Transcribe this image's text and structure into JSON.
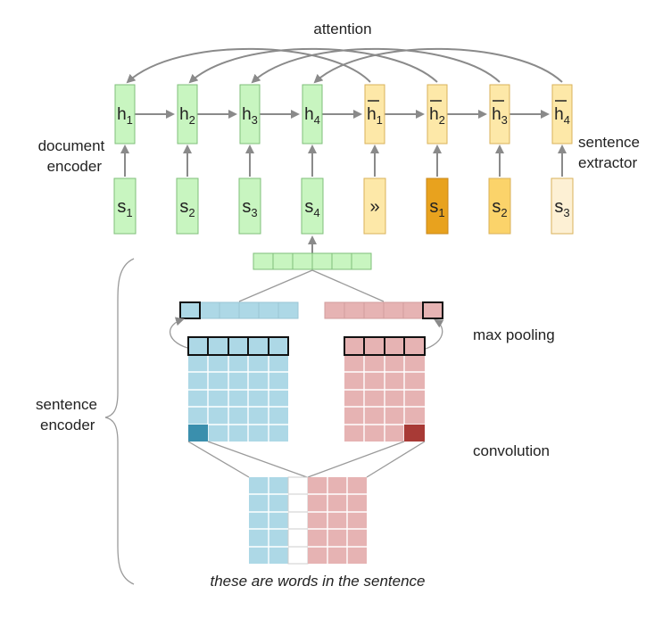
{
  "labels": {
    "attention": "attention",
    "document_encoder": [
      "document",
      "encoder"
    ],
    "sentence_extractor": [
      "sentence",
      "extractor"
    ],
    "sentence_encoder": [
      "sentence",
      "encoder"
    ],
    "max_pooling": "max pooling",
    "convolution": "convolution",
    "caption": "these are words in the sentence"
  },
  "encoder": {
    "states": [
      {
        "base": "h",
        "sub": "1"
      },
      {
        "base": "h",
        "sub": "2"
      },
      {
        "base": "h",
        "sub": "3"
      },
      {
        "base": "h",
        "sub": "4"
      }
    ],
    "inputs": [
      {
        "base": "s",
        "sub": "1"
      },
      {
        "base": "s",
        "sub": "2"
      },
      {
        "base": "s",
        "sub": "3"
      },
      {
        "base": "s",
        "sub": "4"
      }
    ]
  },
  "extractor": {
    "states": [
      {
        "base": "h",
        "sub": "1"
      },
      {
        "base": "h",
        "sub": "2"
      },
      {
        "base": "h",
        "sub": "3"
      },
      {
        "base": "h",
        "sub": "4"
      }
    ],
    "inputs": [
      {
        "base": "»",
        "sub": "",
        "fill": "#fde8a8"
      },
      {
        "base": "s",
        "sub": "1",
        "fill": "#e8a21e"
      },
      {
        "base": "s",
        "sub": "2",
        "fill": "#fbd36a"
      },
      {
        "base": "s",
        "sub": "3",
        "fill": "#fdf0d4"
      }
    ]
  },
  "colors": {
    "green": "#c8f5c0",
    "green_stroke": "#7fbf7a",
    "yellow": "#fde8a8",
    "yellow_stroke": "#d9b25a",
    "blue": "#add8e6",
    "blue_dark": "#3a8fad",
    "pink": "#e6b3b3",
    "pink_dark": "#a83a36",
    "arrow": "#8a8a8a"
  }
}
